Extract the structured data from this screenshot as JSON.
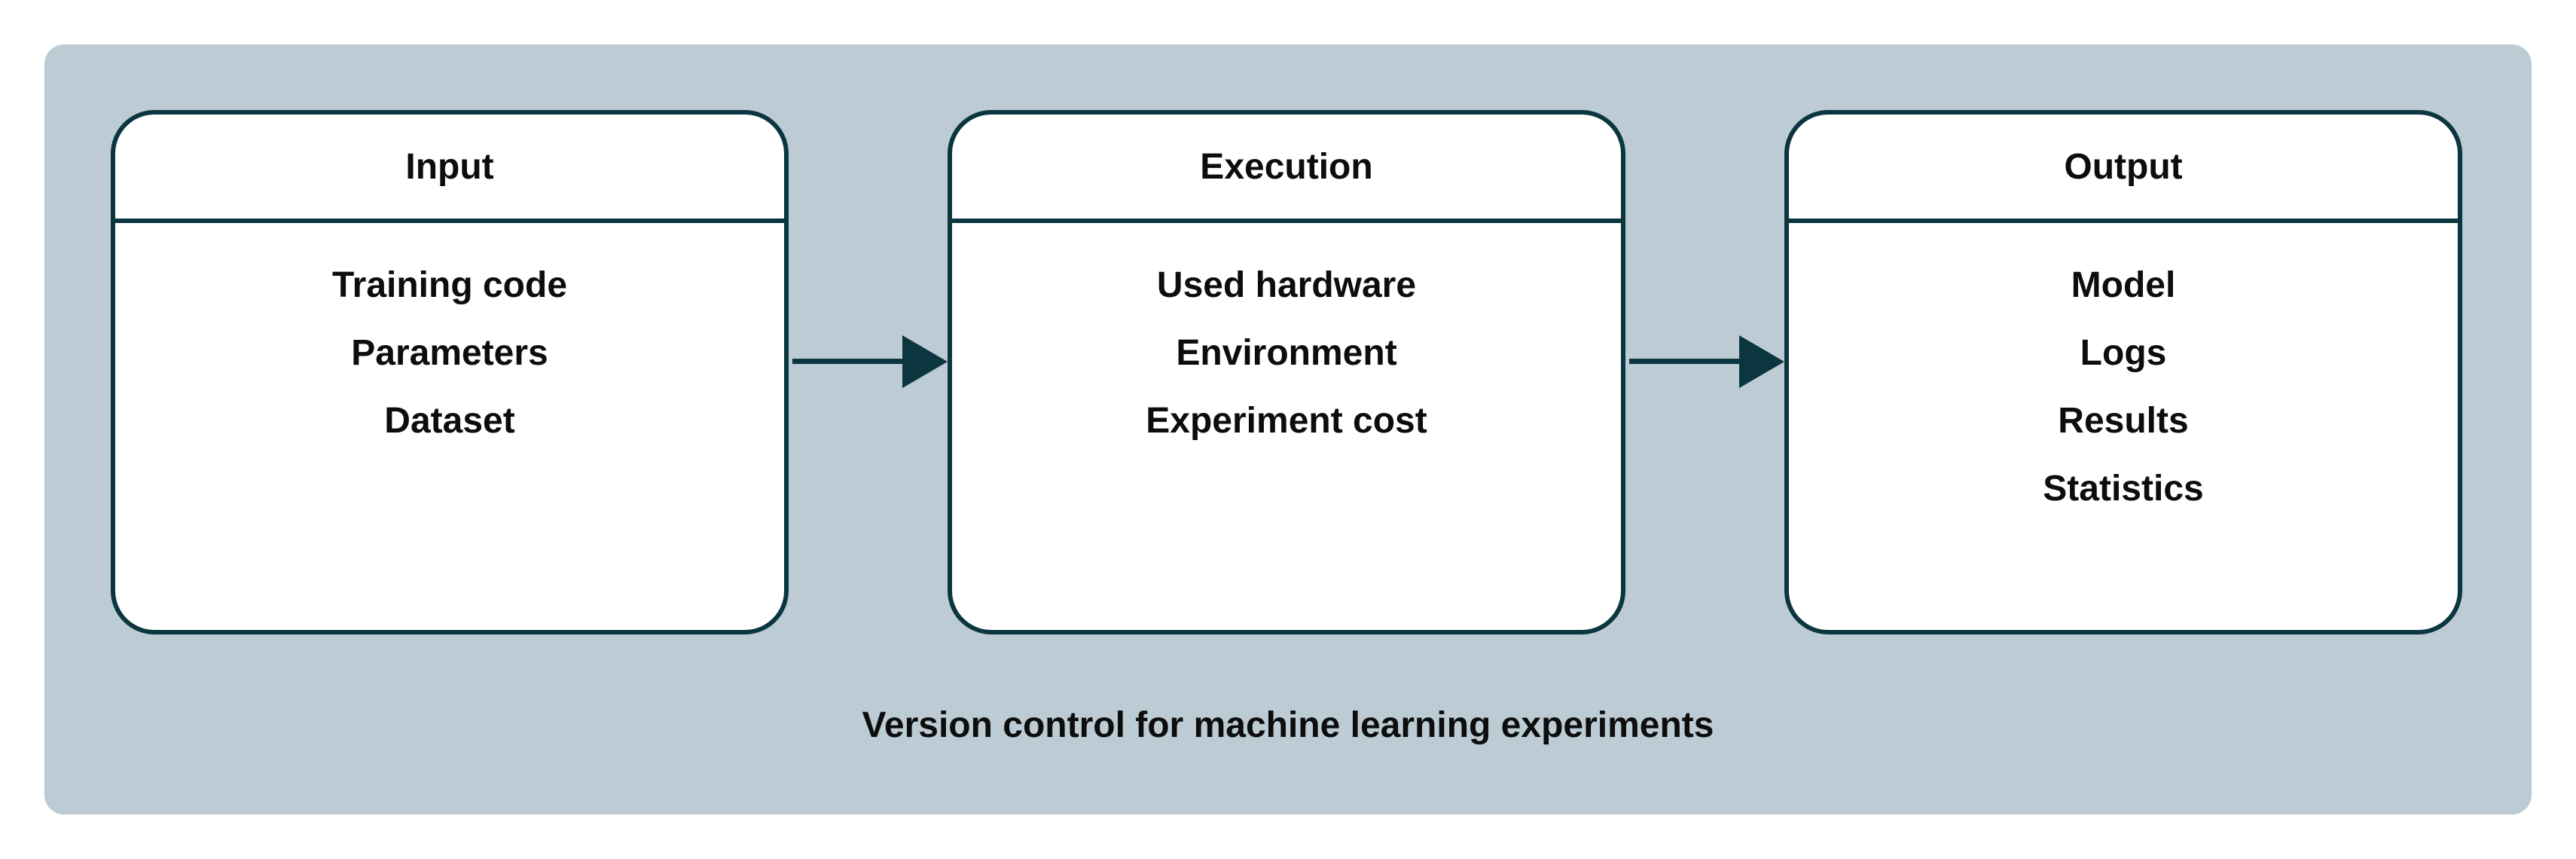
{
  "diagram": {
    "boxes": [
      {
        "title": "Input",
        "items": [
          "Training code",
          "Parameters",
          "Dataset"
        ]
      },
      {
        "title": "Execution",
        "items": [
          "Used hardware",
          "Environment",
          "Experiment cost"
        ]
      },
      {
        "title": "Output",
        "items": [
          "Model",
          "Logs",
          "Results",
          "Statistics"
        ]
      }
    ],
    "caption": "Version control for machine learning experiments",
    "colors": {
      "background_panel": "#bccbd4",
      "stroke": "#0b3640",
      "box_fill": "#ffffff",
      "text": "#0d0d0d"
    }
  }
}
